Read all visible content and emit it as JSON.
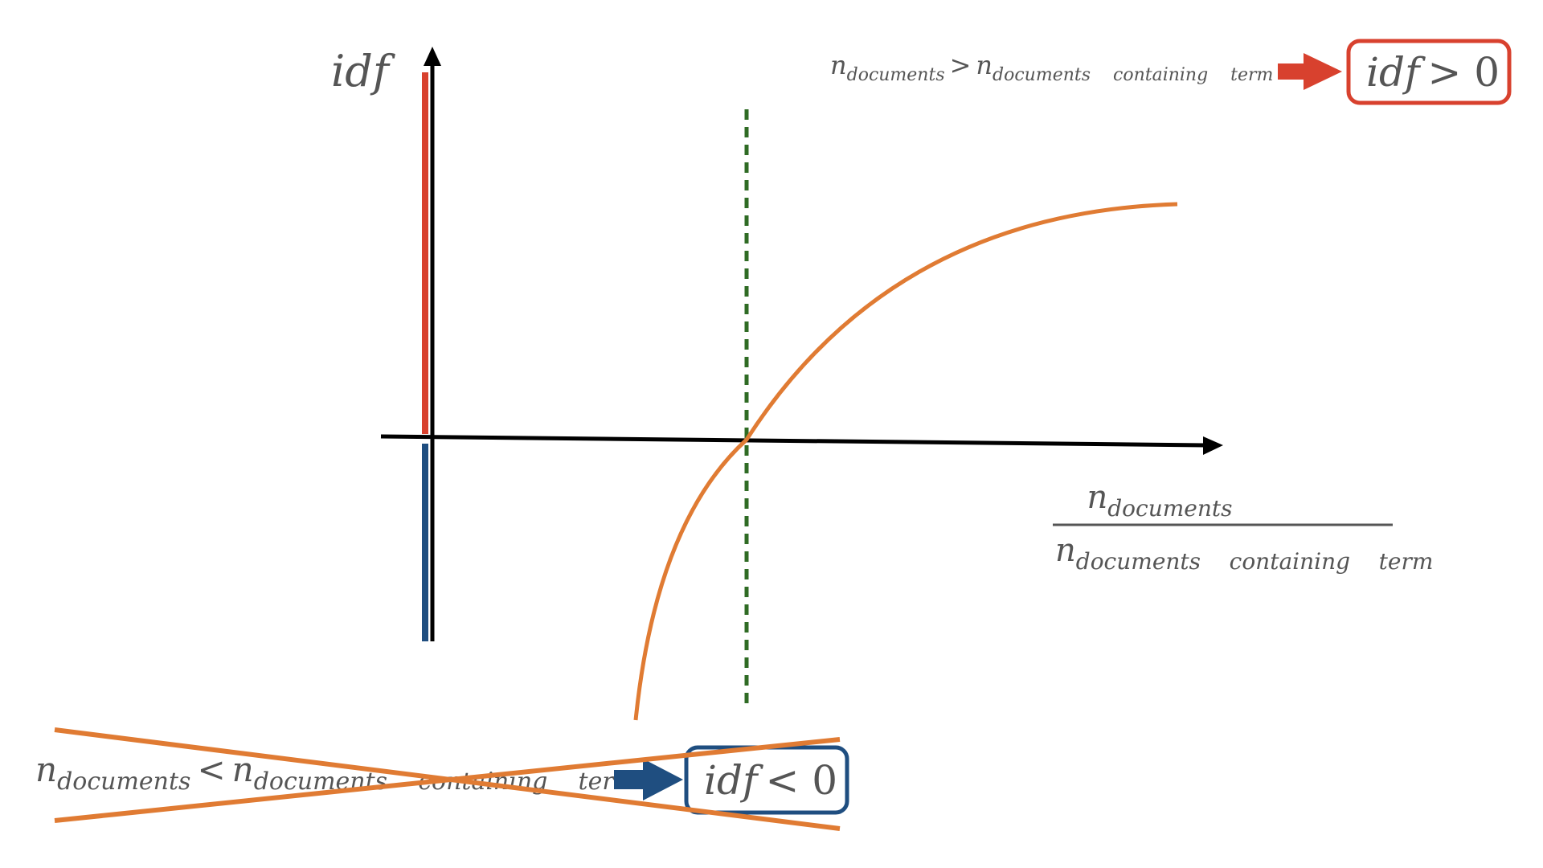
{
  "axes": {
    "y_label": "idf"
  },
  "fraction": {
    "numerator_base": "n",
    "numerator_sub": "documents",
    "denominator_base": "n",
    "denominator_sub": "documents    containing    term"
  },
  "positive_case": {
    "left_base": "n",
    "left_sub": "documents",
    "operator": ">",
    "right_base": "n",
    "right_sub": "documents    containing    term",
    "result_var": "idf",
    "result_rel": "> 0"
  },
  "negative_case": {
    "left_base": "n",
    "left_sub": "documents",
    "operator": "<",
    "right_base": "n",
    "right_sub": "documents    containing    term",
    "result_var": "idf",
    "result_rel": "< 0"
  },
  "colors": {
    "curve": "#E07B33",
    "positive": "#D8412E",
    "negative": "#1F4E80",
    "threshold": "#2F6B24",
    "axis": "#000000",
    "text": "#555555"
  }
}
